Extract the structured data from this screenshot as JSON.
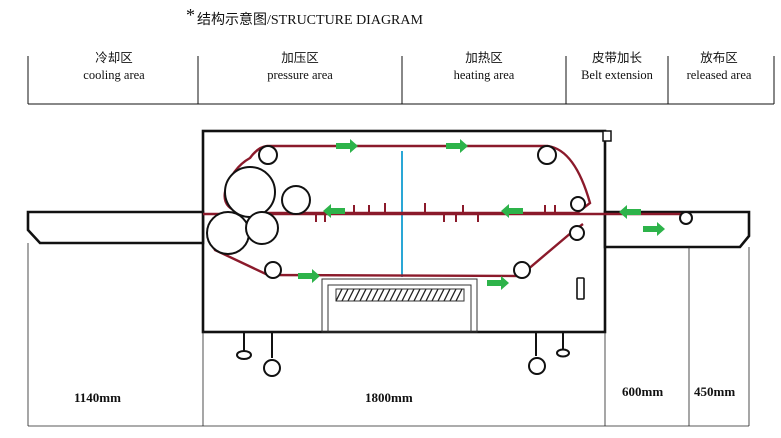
{
  "diagram": {
    "title": "结构示意图/STRUCTURE DIAGRAM",
    "zones": [
      {
        "cn": "冷却区",
        "en": "cooling area"
      },
      {
        "cn": "加压区",
        "en": "pressure area"
      },
      {
        "cn": "加热区",
        "en": "heating area"
      },
      {
        "cn": "皮带加长",
        "en": "Belt extension"
      },
      {
        "cn": "放布区",
        "en": "released area"
      }
    ],
    "dimensions": [
      "1140mm",
      "1800mm",
      "600mm",
      "450mm"
    ],
    "colors": {
      "belt": "#8b1a2b",
      "arrow": "#2db34a",
      "divider": "#2aa7d6",
      "outline": "#111111"
    }
  }
}
